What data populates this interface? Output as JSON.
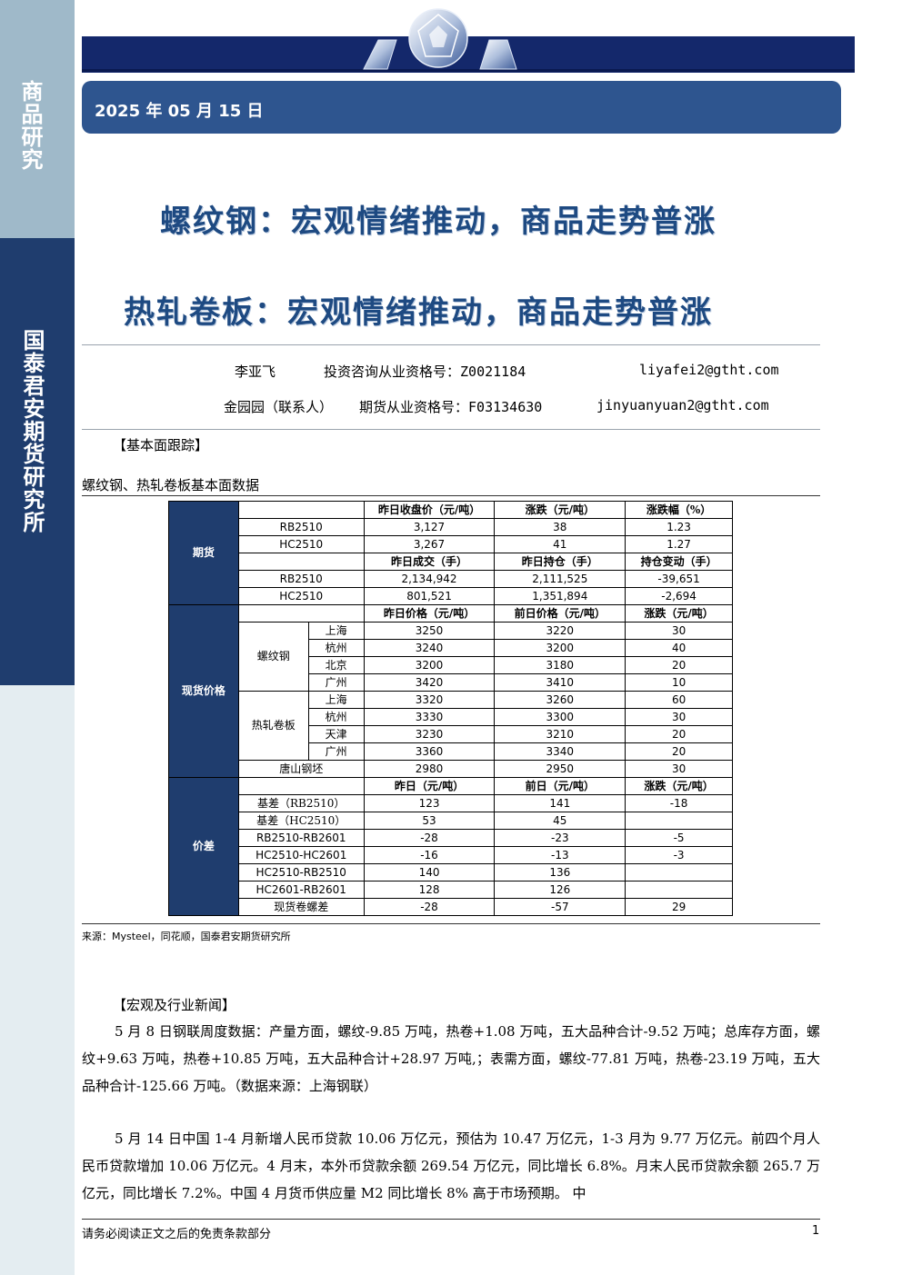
{
  "sidebar": {
    "top_label": "商品研究",
    "org_label": "国泰君安期货研究所"
  },
  "header": {
    "date": "2025 年 05 月 15 日"
  },
  "titles": {
    "rebar": "螺纹钢：宏观情绪推动，商品走势普涨",
    "hrc": "热轧卷板：宏观情绪推动，商品走势普涨"
  },
  "authors": [
    {
      "name": "李亚飞",
      "qual_label": "投资咨询从业资格号：",
      "qual_no": "Z0021184",
      "email": "liyafei2@gtht.com"
    },
    {
      "name": "金园园（联系人）",
      "qual_label": "期货从业资格号：",
      "qual_no": "F03134630",
      "email": "jinyuanyuan2@gtht.com"
    }
  ],
  "section_fundamental": "【基本面跟踪】",
  "table_caption": "螺纹钢、热轧卷板基本面数据",
  "table": {
    "futures": {
      "group": "期货",
      "head1": [
        "昨日收盘价（元/吨）",
        "涨跌（元/吨）",
        "涨跌幅（%）"
      ],
      "rows1": [
        {
          "label": "RB2510",
          "v": [
            "3,127",
            "38",
            "1.23"
          ]
        },
        {
          "label": "HC2510",
          "v": [
            "3,267",
            "41",
            "1.27"
          ]
        }
      ],
      "head2": [
        "昨日成交（手）",
        "昨日持仓（手）",
        "持仓变动（手）"
      ],
      "rows2": [
        {
          "label": "RB2510",
          "v": [
            "2,134,942",
            "2,111,525",
            "-39,651"
          ]
        },
        {
          "label": "HC2510",
          "v": [
            "801,521",
            "1,351,894",
            "-2,694"
          ]
        }
      ]
    },
    "spot": {
      "group": "现货价格",
      "head": [
        "昨日价格（元/吨）",
        "前日价格（元/吨）",
        "涨跌（元/吨）"
      ],
      "rebar_label": "螺纹钢",
      "rebar": [
        {
          "city": "上海",
          "v": [
            "3250",
            "3220",
            "30"
          ]
        },
        {
          "city": "杭州",
          "v": [
            "3240",
            "3200",
            "40"
          ]
        },
        {
          "city": "北京",
          "v": [
            "3200",
            "3180",
            "20"
          ]
        },
        {
          "city": "广州",
          "v": [
            "3420",
            "3410",
            "10"
          ]
        }
      ],
      "hrc_label": "热轧卷板",
      "hrc": [
        {
          "city": "上海",
          "v": [
            "3320",
            "3260",
            "60"
          ]
        },
        {
          "city": "杭州",
          "v": [
            "3330",
            "3300",
            "30"
          ]
        },
        {
          "city": "天津",
          "v": [
            "3230",
            "3210",
            "20"
          ]
        },
        {
          "city": "广州",
          "v": [
            "3360",
            "3340",
            "20"
          ]
        }
      ],
      "billet": {
        "label": "唐山钢坯",
        "v": [
          "2980",
          "2950",
          "30"
        ]
      }
    },
    "spread": {
      "group": "价差",
      "head": [
        "昨日（元/吨）",
        "前日（元/吨）",
        "涨跌（元/吨）"
      ],
      "rows": [
        {
          "label": "基差（RB2510）",
          "v": [
            "123",
            "141",
            "-18"
          ]
        },
        {
          "label": "基差（HC2510）",
          "v": [
            "53",
            "45",
            ""
          ]
        },
        {
          "label": "RB2510-RB2601",
          "v": [
            "-28",
            "-23",
            "-5"
          ]
        },
        {
          "label": "HC2510-HC2601",
          "v": [
            "-16",
            "-13",
            "-3"
          ]
        },
        {
          "label": "HC2510-RB2510",
          "v": [
            "140",
            "136",
            ""
          ]
        },
        {
          "label": "HC2601-RB2601",
          "v": [
            "128",
            "126",
            ""
          ]
        },
        {
          "label": "现货卷螺差",
          "v": [
            "-28",
            "-57",
            "29"
          ]
        }
      ]
    }
  },
  "source_note": "来源：Mysteel，同花顺，国泰君安期货研究所",
  "section_news": "【宏观及行业新闻】",
  "news": [
    "5 月 8 日钢联周度数据：产量方面，螺纹-9.85 万吨，热卷+1.08 万吨，五大品种合计-9.52 万吨；总库存方面，螺纹+9.63 万吨，热卷+10.85 万吨，五大品种合计+28.97 万吨,；表需方面，螺纹-77.81 万吨，热卷-23.19 万吨，五大品种合计-125.66 万吨。（数据来源：上海钢联）",
    "5 月 14 日中国 1-4 月新增人民币贷款 10.06 万亿元，预估为 10.47 万亿元，1-3 月为 9.77 万亿元。前四个月人民币贷款增加 10.06 万亿元。4 月末，本外币贷款余额 269.54 万亿元，同比增长 6.8%。月末人民币贷款余额 265.7 万亿元，同比增长 7.2%。中国 4 月货币供应量 M2 同比增长 8% 高于市场预期。 中"
  ],
  "footer": {
    "disclaimer": "请务必阅读正文之后的免责条款部分",
    "page": "1"
  },
  "colors": {
    "navy": "#14286b",
    "sidebar_dark": "#1f3d6e",
    "sidebar_light": "#9fb9c9",
    "title_blue": "#1e4a82",
    "date_bar": "#2e558f"
  }
}
